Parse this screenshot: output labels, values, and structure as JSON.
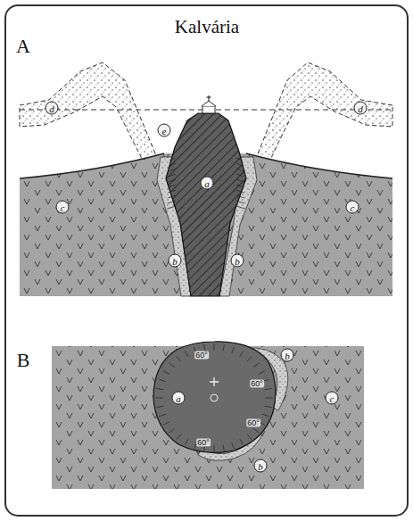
{
  "diagram": {
    "title": "Kalvária",
    "labels": [
      "A",
      "d",
      "d",
      "e",
      "a",
      "c",
      "b",
      "b",
      "c",
      "B",
      "60°",
      "b",
      "c",
      "60°",
      "a",
      "60°",
      "b",
      "60°"
    ]
  }
}
